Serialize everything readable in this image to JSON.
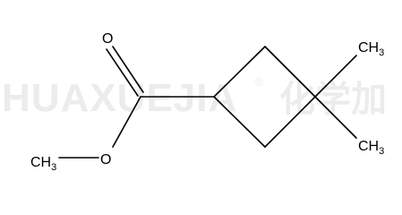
{
  "watermark": {
    "latin": "HUAXUEJIA",
    "registered": "®",
    "cjk": "化学加",
    "color": "#ececec"
  },
  "molecule": {
    "atom_labels": {
      "carbonyl_oxygen": "O",
      "ester_oxygen": "O",
      "methoxy_c": "CH",
      "methoxy_sub": "3",
      "methyl_top_c": "CH",
      "methyl_top_sub": "3",
      "methyl_bottom_c": "CH",
      "methyl_bottom_sub": "3"
    },
    "bond_color": "#000000"
  }
}
